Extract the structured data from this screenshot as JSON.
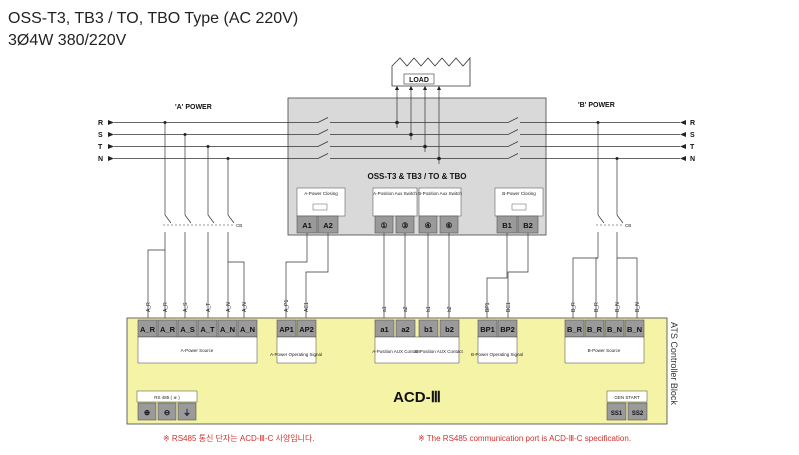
{
  "header": {
    "title": "OSS-T3, TB3 / TO, TBO Type (AC 220V)",
    "subtitle": "3Ø4W 380/220V"
  },
  "diagram": {
    "load_label": "LOAD",
    "a_power": "'A' POWER",
    "b_power": "'B' POWER",
    "lines": [
      "R",
      "S",
      "T",
      "N"
    ],
    "switch_label": "OSS-T3 & TB3 / TO & TBO",
    "cb_label": "CB",
    "a_power_closing": "A-Power Closing",
    "a_pos_aux": "A-Position Aux Switch",
    "b_pos_aux": "B-Position Aux Switch",
    "b_power_closing": "B-Power Closing",
    "upper_terms": {
      "a": [
        "A1",
        "A2"
      ],
      "aux_a": [
        "①",
        "③"
      ],
      "aux_b": [
        "④",
        "⑥"
      ],
      "b": [
        "B1",
        "B2"
      ]
    },
    "wire_labels": [
      "A_R",
      "A_R",
      "A_S",
      "A_T",
      "A_N",
      "A_N",
      "A_P1",
      "AC1",
      "a1",
      "a2",
      "b1",
      "b2",
      "BP1",
      "BC1",
      "B_R",
      "B_R",
      "B_N",
      "B_N"
    ],
    "controller": {
      "side_label": "ATS Controller Block",
      "title": "ACD-Ⅲ",
      "terminals_a": [
        "A_R",
        "A_R",
        "A_S",
        "A_T",
        "A_N",
        "A_N"
      ],
      "terminals_ap": [
        "AP1",
        "AP2"
      ],
      "terminals_aux": [
        "a1",
        "a2",
        "b1",
        "b2"
      ],
      "terminals_bp": [
        "BP1",
        "BP2"
      ],
      "terminals_b": [
        "B_R",
        "B_R",
        "B_N",
        "B_N"
      ],
      "a_power_source": "A-Power Source",
      "a_power_op": "A-Power Operating Signal",
      "a_pos_aux": "A-Position AUX Contact",
      "b_pos_aux": "B-Position AUX Contact",
      "b_power_op": "B-Power Operating Signal",
      "b_power_source": "B-Power Source",
      "rs485_label": "RS 485 ( ※ )",
      "rs485_terms": [
        "⊕",
        "⊖",
        "⏚"
      ],
      "gen_start": "GEN START",
      "gen_terms": [
        "SS1",
        "SS2"
      ]
    }
  },
  "notes": {
    "korean": "※ RS485 통신 단자는 ACD-Ⅲ-C 사양입니다.",
    "english": "※ The RS485 communication port is ACD-Ⅲ-C specification."
  },
  "colors": {
    "controller_fill": "#f5f3a6",
    "switch_fill": "#d9d9d9",
    "terminal_fill": "#9a9a9a",
    "note_red": "#d0312d"
  }
}
